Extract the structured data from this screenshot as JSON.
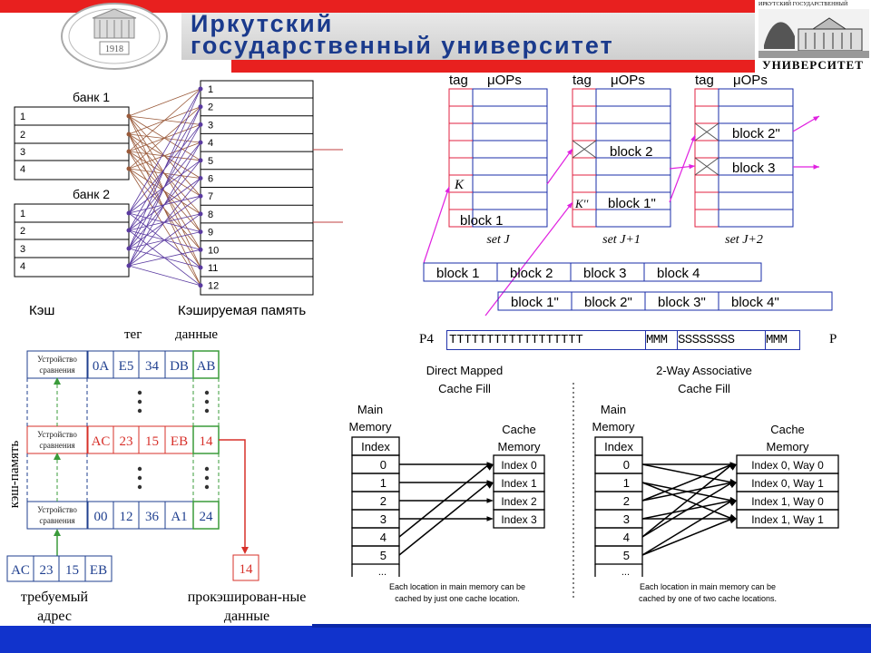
{
  "header": {
    "title_line1": "Иркутский",
    "title_line2": "государственный университет",
    "seal_year": "1918",
    "photo_caption_top": "ИРКУТСКИЙ ГОСУДАРСТВЕННЫЙ",
    "photo_caption_bottom": "УНИВЕРСИТЕТ",
    "colors": {
      "red": "#e8201f",
      "blue": "#1a3a8c"
    }
  },
  "banks": {
    "bank1_title": "банк 1",
    "bank2_title": "банк 2",
    "bank_rows": [
      "1",
      "2",
      "3",
      "4"
    ],
    "memory_rows": [
      "1",
      "2",
      "3",
      "4",
      "5",
      "6",
      "7",
      "8",
      "9",
      "10",
      "11",
      "12"
    ],
    "cache_label": "Кэш",
    "memory_label": "Кэшируемая память"
  },
  "trace": {
    "tag_label": "tag",
    "uops_label": "μOPs",
    "sets": [
      "set J",
      "set J+1",
      "set J+2"
    ],
    "set_j_tag": "K",
    "set_j_block": "block 1",
    "set_j1_tag": "K''",
    "set_j1_block_a": "block 2",
    "set_j1_block_b": "block 1\"",
    "set_j2_block_a": "block 2\"",
    "set_j2_block_b": "block 3",
    "row1": [
      "block 1",
      "block 2",
      "block 3",
      "block 4"
    ],
    "row2": [
      "block 1\"",
      "block 2\"",
      "block 3\"",
      "block 4\""
    ],
    "seq_prefix": "P4",
    "seq_t": "TTTTTTTTTTTTTTTTTT",
    "seq_m1": "MMM",
    "seq_s": "SSSSSSSS",
    "seq_m2": "MMM",
    "seq_suffix": "P"
  },
  "assoc": {
    "col_tag": "тег",
    "col_data": "данные",
    "side_label": "кэш-память",
    "comparator": "Устройство сравнения",
    "row_top": [
      "0A",
      "E5",
      "34",
      "DB",
      "AB"
    ],
    "row_mid": [
      "AC",
      "23",
      "15",
      "EB",
      "14"
    ],
    "row_bot": [
      "00",
      "12",
      "36",
      "A1",
      "24"
    ],
    "addr": [
      "AC",
      "23",
      "15",
      "EB"
    ],
    "result": "14",
    "addr_label": "требуемый адрес",
    "result_label": "прокэширован-ные данные",
    "colors": {
      "blue": "#1f3f8f",
      "red": "#d7302a",
      "green": "#3a9b3a"
    }
  },
  "fill": {
    "dm_title_1": "Direct Mapped",
    "dm_title_2": "Cache Fill",
    "wa_title_1": "2-Way Associative",
    "wa_title_2": "Cache Fill",
    "main_mem_1": "Main",
    "main_mem_2": "Memory",
    "cache_mem_1": "Cache",
    "cache_mem_2": "Memory",
    "index_header": "Index",
    "mem_indices": [
      "0",
      "1",
      "2",
      "3",
      "4",
      "5",
      "..."
    ],
    "dm_cache": [
      "Index 0",
      "Index 1",
      "Index 2",
      "Index 3"
    ],
    "wa_cache": [
      "Index 0, Way 0",
      "Index 0, Way 1",
      "Index 1, Way 0",
      "Index 1, Way 1"
    ],
    "dm_note_1": "Each location in main memory can be",
    "dm_note_2": "cached by just one cache location.",
    "wa_note_1": "Each location in main memory can be",
    "wa_note_2": "cached by one of two cache locations."
  },
  "footer": {
    "color": "#1133cc"
  }
}
